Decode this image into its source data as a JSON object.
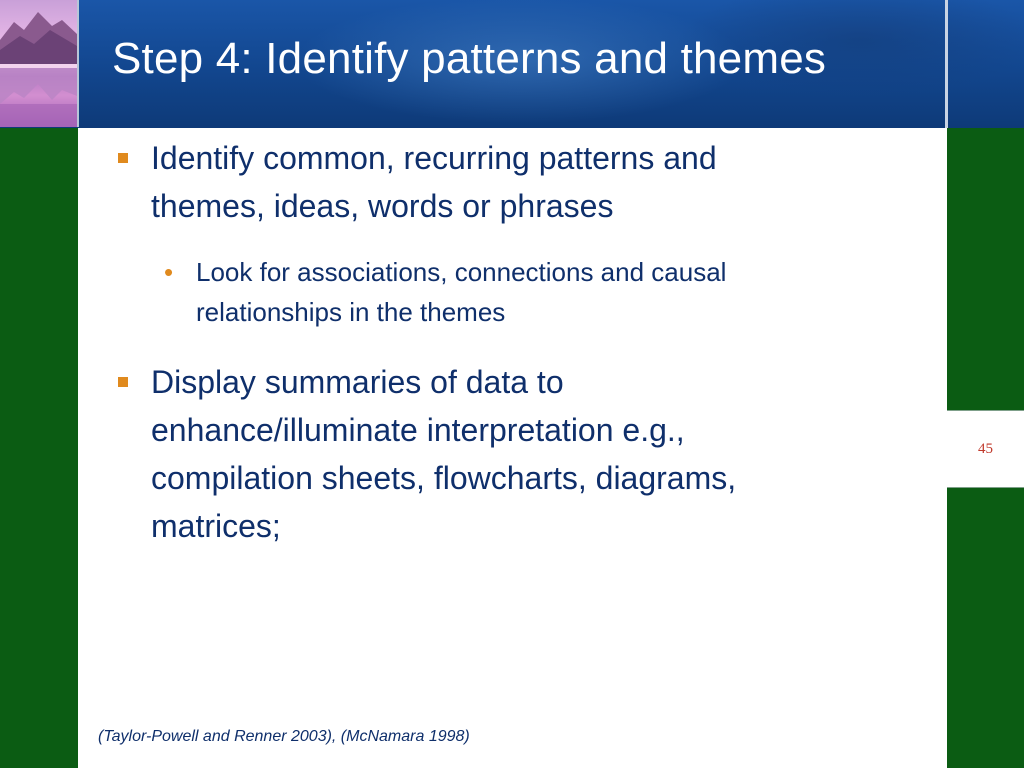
{
  "slide": {
    "title": "Step 4: Identify patterns and themes",
    "bullets": [
      {
        "level": 1,
        "lines": [
          "Identify common, recurring patterns and",
          "themes, ideas, words or phrases"
        ]
      },
      {
        "level": 2,
        "lines": [
          "Look for associations, connections and causal",
          "relationships in the themes"
        ]
      },
      {
        "level": 1,
        "lines": [
          "Display summaries of data to",
          "enhance/illuminate interpretation e.g.,",
          "compilation sheets, flowcharts, diagrams,",
          "matrices;"
        ]
      }
    ],
    "citation": "(Taylor-Powell and Renner 2003), (McNamara 1998)",
    "page_number": "45"
  },
  "colors": {
    "header_blue": "#12468e",
    "band_green": "#0b5c13",
    "text_navy": "#0f2f6b",
    "bullet_orange": "#e08a1e",
    "page_number_red": "#c0392b"
  },
  "icons": {
    "level1_bullet": "square-bullet-icon",
    "level2_bullet": "dot-bullet-icon"
  }
}
